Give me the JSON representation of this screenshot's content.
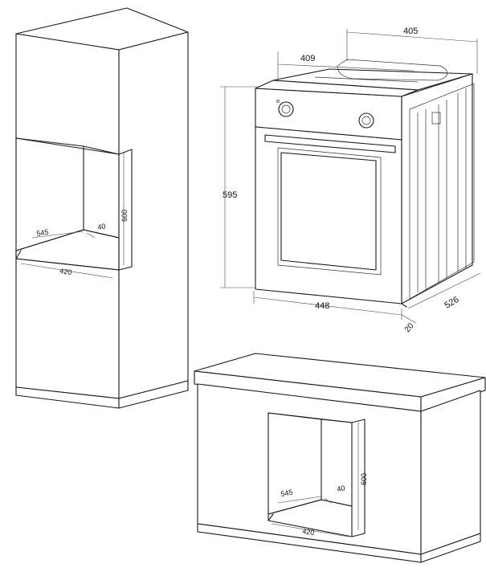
{
  "cabinet_tall": {
    "dim_depth": "545",
    "dim_gap": "40",
    "dim_height": "600",
    "dim_width": "420"
  },
  "oven": {
    "dim_width_top": "405",
    "dim_depth_top": "409",
    "dim_height": "595",
    "dim_width_front": "448",
    "dim_depth_side": "526",
    "dim_trim": "20"
  },
  "cabinet_under": {
    "dim_depth": "545",
    "dim_gap": "40",
    "dim_height": "600",
    "dim_width": "420"
  },
  "colors": {
    "line": "#1a1a1a",
    "background": "#ffffff"
  }
}
